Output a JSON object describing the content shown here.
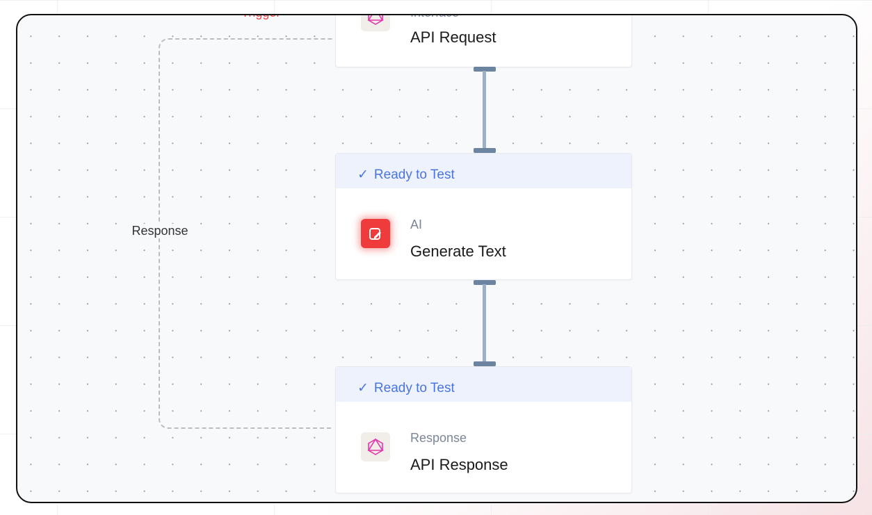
{
  "canvas": {
    "edge_label": "Response",
    "trigger_label": "Trigger"
  },
  "nodes": [
    {
      "category": "Interface",
      "title": "API Request",
      "icon": "graphql-icon"
    },
    {
      "status": "Ready to Test",
      "category": "AI",
      "title": "Generate Text",
      "icon": "ai-text-icon",
      "icon_color": "#ef3b3b"
    },
    {
      "status": "Ready to Test",
      "category": "Response",
      "title": "API Response",
      "icon": "graphql-icon",
      "icon_color": "#e535ab"
    }
  ]
}
